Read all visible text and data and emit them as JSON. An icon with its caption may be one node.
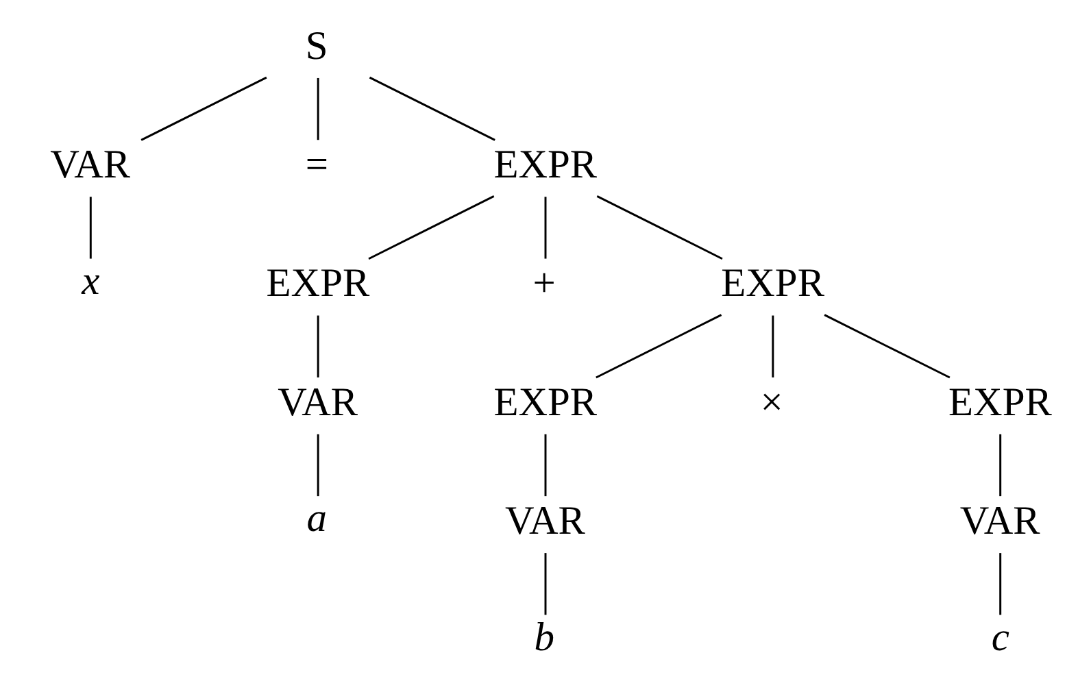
{
  "diagram": {
    "nodes": [
      {
        "text": [
          "S"
        ]
      },
      {
        "text": [
          "VAR"
        ]
      },
      {
        "text": [
          "="
        ]
      },
      {
        "text": [
          "EXPR"
        ]
      },
      {
        "text": [
          "x"
        ]
      },
      {
        "text": [
          "EXPR"
        ]
      },
      {
        "text": [
          "+"
        ]
      },
      {
        "text": [
          "EXPR"
        ]
      },
      {
        "text": [
          "VAR"
        ]
      },
      {
        "text": [
          "EXPR"
        ]
      },
      {
        "text": [
          "×"
        ]
      },
      {
        "text": [
          "EXPR"
        ]
      },
      {
        "text": [
          "a"
        ]
      },
      {
        "text": [
          "VAR"
        ]
      },
      {
        "text": [
          "VAR"
        ]
      },
      {
        "text": [
          "b"
        ]
      },
      {
        "text": [
          "c"
        ]
      }
    ],
    "edges": [
      {
        "from": 0,
        "to": 1,
        "arrow": "none"
      },
      {
        "from": 0,
        "to": 2,
        "arrow": "none"
      },
      {
        "from": 0,
        "to": 3,
        "arrow": "none"
      },
      {
        "from": 1,
        "to": 4,
        "arrow": "none"
      },
      {
        "from": 3,
        "to": 5,
        "arrow": "none"
      },
      {
        "from": 3,
        "to": 6,
        "arrow": "none"
      },
      {
        "from": 3,
        "to": 7,
        "arrow": "none"
      },
      {
        "from": 5,
        "to": 8,
        "arrow": "none"
      },
      {
        "from": 7,
        "to": 9,
        "arrow": "none"
      },
      {
        "from": 7,
        "to": 10,
        "arrow": "none"
      },
      {
        "from": 7,
        "to": 11,
        "arrow": "none"
      },
      {
        "from": 8,
        "to": 12,
        "arrow": "none"
      },
      {
        "from": 9,
        "to": 13,
        "arrow": "none"
      },
      {
        "from": 11,
        "to": 14,
        "arrow": "none"
      },
      {
        "from": 13,
        "to": 15,
        "arrow": "none"
      },
      {
        "from": 14,
        "to": 16,
        "arrow": "none"
      }
    ]
  }
}
